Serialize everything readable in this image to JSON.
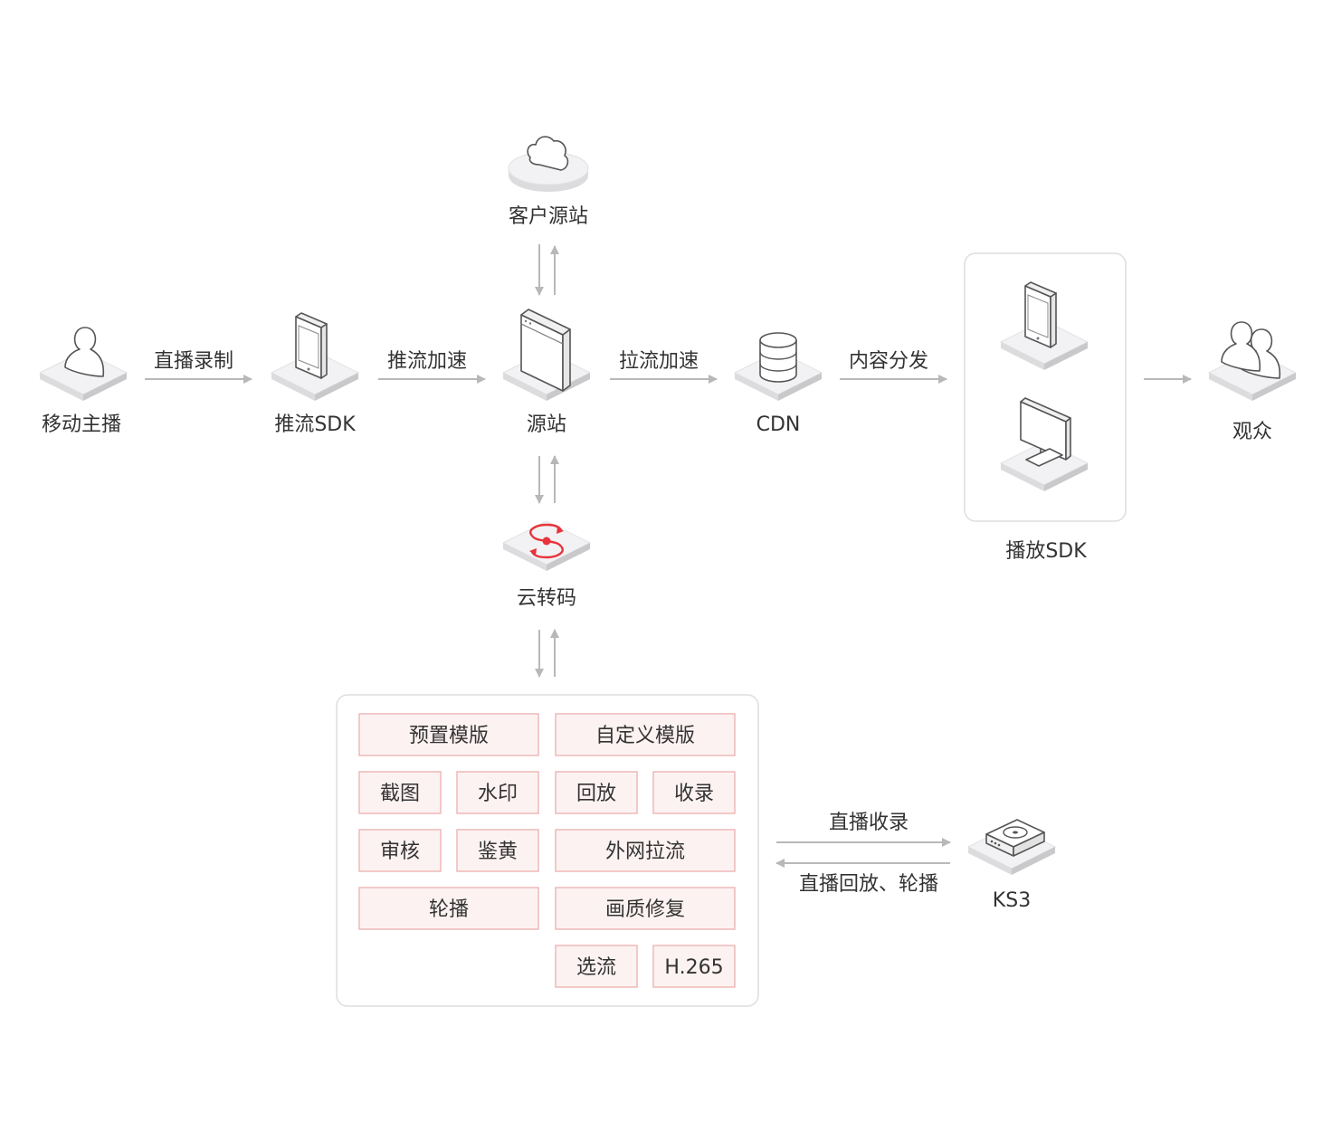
{
  "nodes": {
    "mobile_host": "移动主播",
    "push_sdk": "推流SDK",
    "origin": "源站",
    "customer_origin": "客户源站",
    "cdn": "CDN",
    "player_sdk": "播放SDK",
    "audience": "观众",
    "cloud_transcode": "云转码",
    "ks3": "KS3"
  },
  "edges": {
    "live_record": "直播录制",
    "push_accel": "推流加速",
    "pull_accel": "拉流加速",
    "content_dist": "内容分发",
    "live_archive": "直播收录",
    "playback_carousel": "直播回放、轮播"
  },
  "features": [
    "预置模版",
    "自定义模版",
    "截图",
    "水印",
    "回放",
    "收录",
    "审核",
    "鉴黄",
    "外网拉流",
    "轮播",
    "画质修复",
    "选流",
    "H.265"
  ],
  "colors": {
    "arrow": "#b8b8b8",
    "platform_top": "#f2f2f4",
    "platform_side": "#d6d6d8",
    "feature_fill": "#fdf2f2",
    "feature_border": "#efb9b9",
    "accent_red": "#e8333a",
    "text": "#333333"
  }
}
